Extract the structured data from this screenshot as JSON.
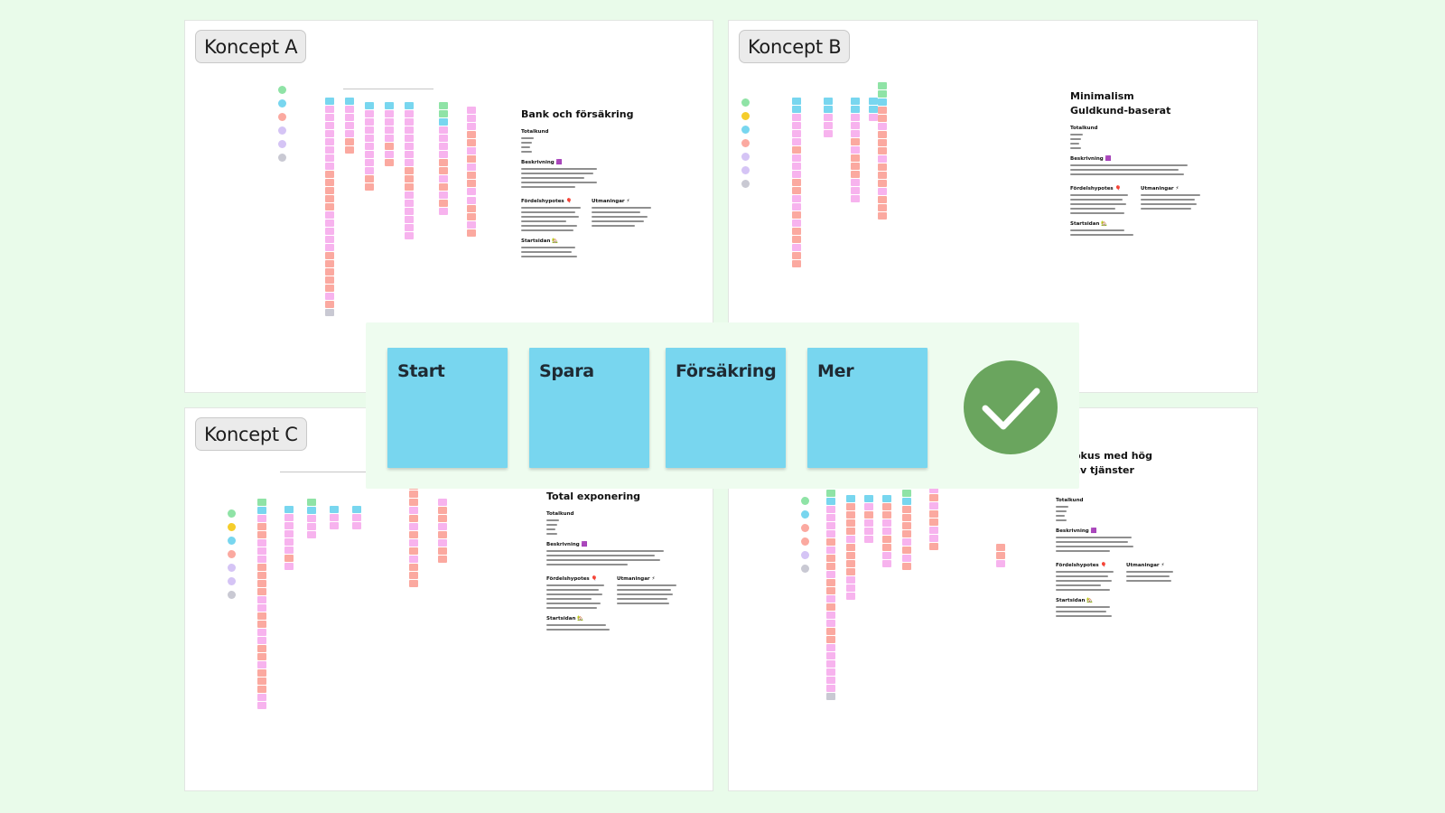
{
  "boards": {
    "a": {
      "tag": "Koncept A",
      "doc": {
        "title": "Bank och försäkring",
        "h1": "Totalkund",
        "h2": "Beskrivning 🟪",
        "h3": "Fördelshypotes 🎈",
        "h4": "Utmaningar ⚡",
        "h5": "Startsidan 🏡"
      }
    },
    "b": {
      "tag": "Koncept B",
      "doc": {
        "title1": "Minimalism",
        "title2": "Guldkund-baserat",
        "h1": "Totalkund",
        "h2": "Beskrivning 🟪",
        "h3": "Fördelshypotes 🎈",
        "h4": "Utmaningar ⚡",
        "h5": "Startsidan 🏡"
      }
    },
    "c": {
      "tag": "Koncept C",
      "doc": {
        "title": "Total exponering",
        "h1": "Totalkund",
        "h2": "Beskrivning 🟪",
        "h3": "Fördelshypotes 🎈",
        "h4": "Utmaningar ⚡",
        "h5": "Startsidan 🏡"
      }
    },
    "d": {
      "doc": {
        "title1": "l i fokus med hög",
        "title2": "ng av tjänster",
        "h1": "Totalkund",
        "h2": "Beskrivning 🟪",
        "h3": "Fördelshypotes 🎈",
        "h4": "Utmaningar ⚡",
        "h5": "Startsidan 🏡"
      }
    }
  },
  "navigation_cards": [
    "Start",
    "Spara",
    "Försäkring",
    "Mer"
  ],
  "badge": {
    "icon": "checkmark-icon",
    "color": "#6aa55e"
  },
  "colors": {
    "background": "#e9fbea",
    "card_blue": "#78d6ef",
    "note_pink": "#f7b3ee",
    "note_salmon": "#fba9a0",
    "note_green": "#8fe3a6",
    "note_purple": "#d5c4f5",
    "note_yellow": "#f5cd2b",
    "note_grey": "#c9c9d3"
  }
}
